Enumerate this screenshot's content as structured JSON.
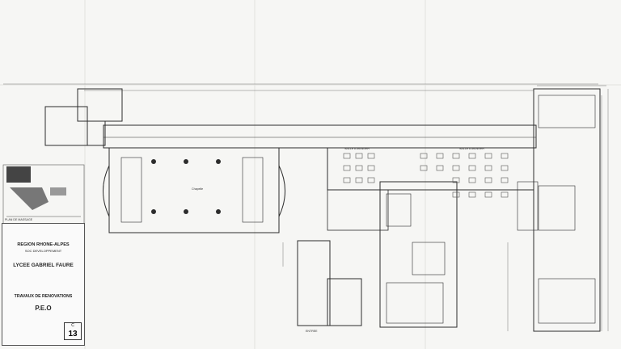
{
  "title_block": {
    "region": "REGION RHONE-ALPES",
    "line2": "SOC DEVELOPPEMENT",
    "line3": "",
    "school": "LYCEE GABRIEL FAURE",
    "address": "",
    "works": "TRAVAUX DE RENOVATIONS",
    "subtitle": "P.E.O",
    "phase": "C",
    "sheet_number": "13"
  },
  "labels": {
    "site_plan": "PLAN DE MASSAGE",
    "chapel": "Chapelle",
    "entrance": "ENTREE",
    "hall1": "SALLE A MANGER",
    "hall2": "SALLE A MANGER"
  },
  "colors": {
    "ink": "#2c2c2c",
    "paper": "#f6f6f4"
  }
}
